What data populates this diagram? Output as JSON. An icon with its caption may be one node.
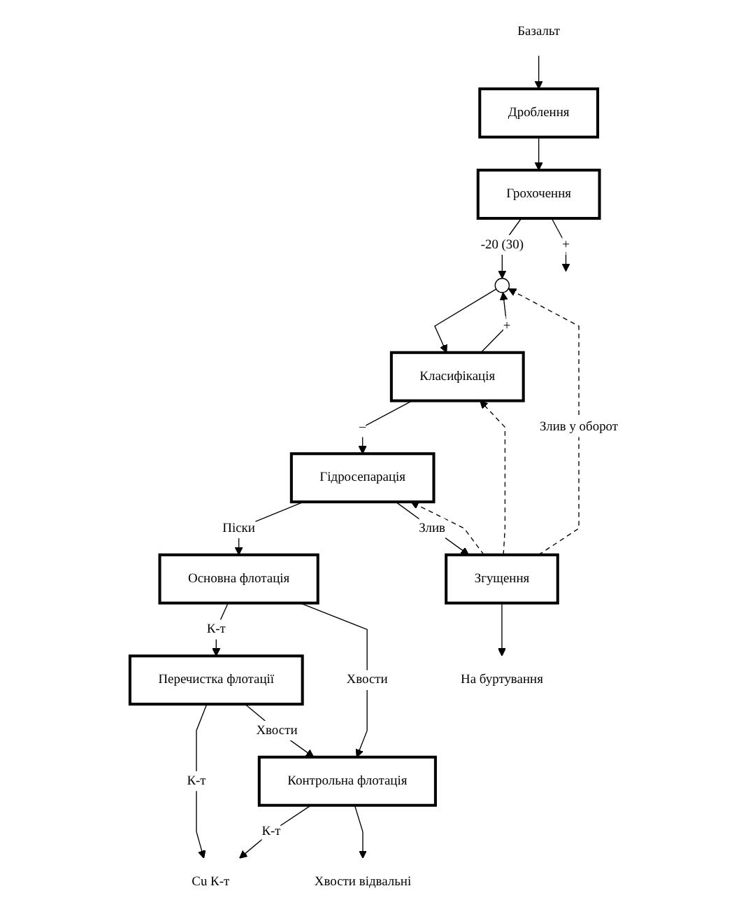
{
  "diagram": {
    "nodes": [
      {
        "text": [
          "Базальт"
        ]
      },
      {
        "text": [
          "Дроблення"
        ]
      },
      {
        "text": [
          "Грохочення"
        ]
      },
      {
        "text": [],
        "shape": "circle"
      },
      {
        "text": [
          "Класифікація"
        ]
      },
      {
        "text": [
          "Гідросепарація"
        ]
      },
      {
        "text": [
          "Основна флотація"
        ]
      },
      {
        "text": [
          "Згущення"
        ]
      },
      {
        "text": [
          "Перечистка флотації"
        ]
      },
      {
        "text": [
          "Контрольна флотація"
        ]
      },
      {
        "text": [
          "На буртування"
        ]
      },
      {
        "text": [
          "Cu К-т"
        ]
      },
      {
        "text": [
          "Хвости відвальні"
        ]
      }
    ],
    "edges": [
      {
        "from": 0,
        "to": 1,
        "arrow": "to"
      },
      {
        "from": 1,
        "to": 2,
        "arrow": "to"
      },
      {
        "from": 2,
        "to": 3,
        "label": "-20 (30)",
        "arrow": "to"
      },
      {
        "from": 2,
        "to": null,
        "label": "+",
        "arrow": "to"
      },
      {
        "from": 3,
        "to": 4,
        "arrow": "to"
      },
      {
        "from": 4,
        "to": 3,
        "label": "+",
        "arrow": "to"
      },
      {
        "from": 4,
        "to": 5,
        "label": "–",
        "arrow": "to"
      },
      {
        "from": 5,
        "to": 6,
        "label": "Піски",
        "arrow": "to"
      },
      {
        "from": 5,
        "to": 7,
        "label": "Злив",
        "arrow": "to"
      },
      {
        "from": 6,
        "to": 8,
        "label": "К-т",
        "arrow": "to"
      },
      {
        "from": 6,
        "to": 9,
        "label": "Хвости",
        "arrow": "to"
      },
      {
        "from": 8,
        "to": 11,
        "label": "К-т",
        "arrow": "to"
      },
      {
        "from": 8,
        "to": 9,
        "label": "Хвости",
        "arrow": "to"
      },
      {
        "from": 9,
        "to": 11,
        "label": "К-т",
        "arrow": "to"
      },
      {
        "from": 9,
        "to": 12,
        "arrow": "to"
      },
      {
        "from": 7,
        "to": 10,
        "arrow": "to"
      },
      {
        "from": 7,
        "to": 3,
        "label": "Злив у оборот",
        "arrow": "to",
        "style": "dashed"
      },
      {
        "from": 7,
        "to": 4,
        "arrow": "to",
        "style": "dashed"
      },
      {
        "from": 7,
        "to": 5,
        "arrow": "to",
        "style": "dashed"
      }
    ]
  }
}
